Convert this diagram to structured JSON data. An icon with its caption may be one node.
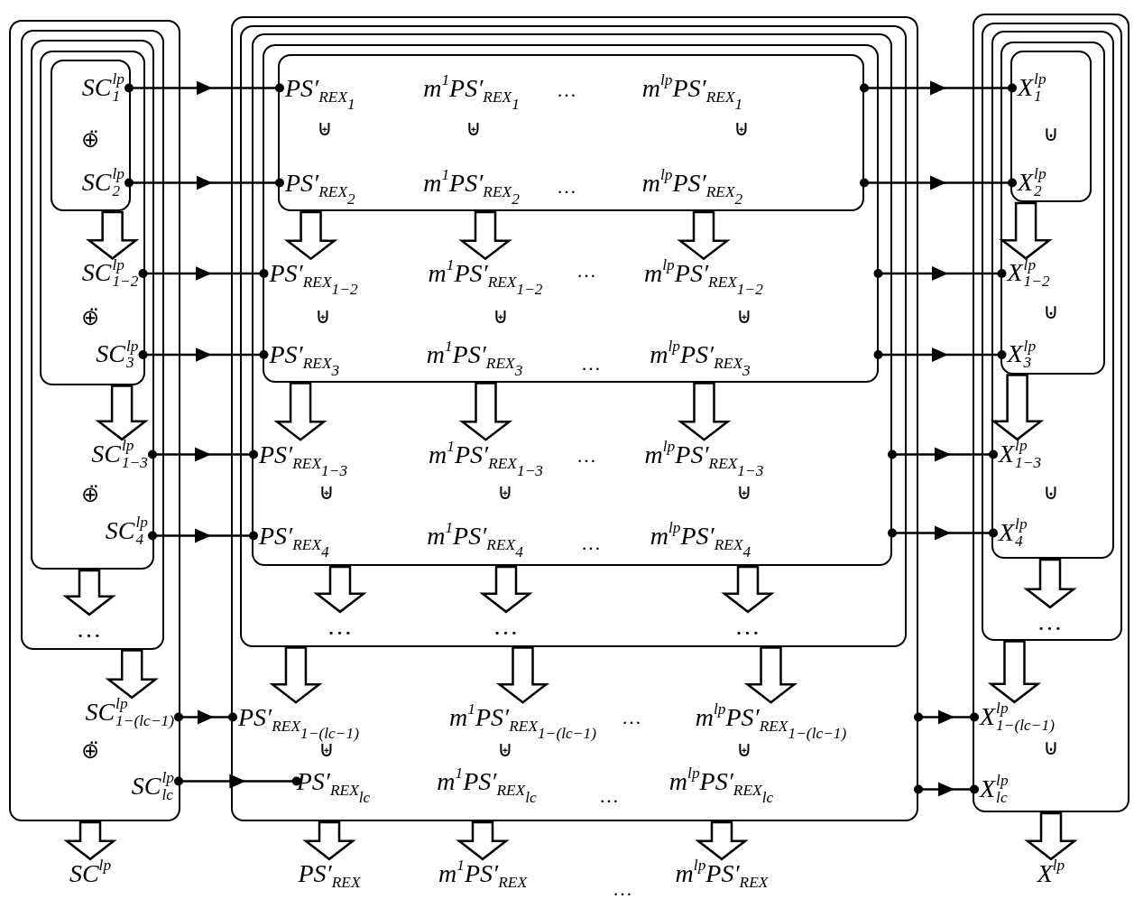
{
  "diagram": {
    "nodes": [
      {
        "text": [],
        "shape": "box"
      },
      {
        "text": [],
        "shape": "box",
        "in": 0
      },
      {
        "text": [],
        "shape": "box",
        "in": 1
      },
      {
        "text": [],
        "shape": "box",
        "in": 2
      },
      {
        "text": [],
        "shape": "box",
        "in": 3
      },
      {
        "text": [
          "SC$_{1}$$^{lp}$"
        ],
        "in": 4
      },
      {
        "text": [
          "SC$_{2}$$^{lp}$"
        ],
        "in": 4
      },
      {
        "text": [
          "SC$_{1−2}$$^{lp}$"
        ],
        "in": 3
      },
      {
        "text": [
          "SC$_{3}$$^{lp}$"
        ],
        "in": 3
      },
      {
        "text": [
          "SC$_{1−3}$$^{lp}$"
        ],
        "in": 2
      },
      {
        "text": [
          "SC$_{4}$$^{lp}$"
        ],
        "in": 2
      },
      {
        "text": [
          "…"
        ],
        "in": 1
      },
      {
        "text": [
          "SC$_{1−(lc−1)}$$^{lp}$"
        ],
        "in": 0
      },
      {
        "text": [
          "SC$_{lc}$$^{lp}$"
        ],
        "in": 0
      },
      {
        "text": [
          "SC$^{lp}$"
        ]
      },
      {
        "text": [],
        "shape": "box"
      },
      {
        "text": [],
        "shape": "box",
        "in": 15
      },
      {
        "text": [],
        "shape": "box",
        "in": 16
      },
      {
        "text": [],
        "shape": "box",
        "in": 17
      },
      {
        "text": [],
        "shape": "box",
        "in": 18
      },
      {
        "text": [
          "PS′$_{REX}$$_{1}$"
        ],
        "in": 19
      },
      {
        "text": [
          "m$^{1}$PS′$_{REX}$$_{1}$"
        ],
        "in": 19
      },
      {
        "text": [
          "m$^{lp}$PS′$_{REX}$$_{1}$"
        ],
        "in": 19
      },
      {
        "text": [
          "PS′$_{REX}$$_{2}$"
        ],
        "in": 19
      },
      {
        "text": [
          "m$^{1}$PS′$_{REX}$$_{2}$"
        ],
        "in": 19
      },
      {
        "text": [
          "m$^{lp}$PS′$_{REX}$$_{2}$"
        ],
        "in": 19
      },
      {
        "text": [
          "PS′$_{REX}$$_{1−2}$"
        ],
        "in": 18
      },
      {
        "text": [
          "m$^{1}$PS′$_{REX}$$_{1−2}$"
        ],
        "in": 18
      },
      {
        "text": [
          "m$^{lp}$PS′$_{REX}$$_{1−2}$"
        ],
        "in": 18
      },
      {
        "text": [
          "PS′$_{REX}$$_{3}$"
        ],
        "in": 18
      },
      {
        "text": [
          "m$^{1}$PS′$_{REX}$$_{3}$"
        ],
        "in": 18
      },
      {
        "text": [
          "m$^{lp}$PS′$_{REX}$$_{3}$"
        ],
        "in": 18
      },
      {
        "text": [
          "PS′$_{REX}$$_{1−3}$"
        ],
        "in": 17
      },
      {
        "text": [
          "m$^{1}$PS′$_{REX}$$_{1−3}$"
        ],
        "in": 17
      },
      {
        "text": [
          "m$^{lp}$PS′$_{REX}$$_{1−3}$"
        ],
        "in": 17
      },
      {
        "text": [
          "PS′$_{REX}$$_{4}$"
        ],
        "in": 17
      },
      {
        "text": [
          "m$^{1}$PS′$_{REX}$$_{4}$"
        ],
        "in": 17
      },
      {
        "text": [
          "m$^{lp}$PS′$_{REX}$$_{4}$"
        ],
        "in": 17
      },
      {
        "text": [
          "…"
        ],
        "in": 16
      },
      {
        "text": [
          "…"
        ],
        "in": 16
      },
      {
        "text": [
          "…"
        ],
        "in": 16
      },
      {
        "text": [
          "PS′$_{REX}$$_{1−(lc−1)}$"
        ],
        "in": 15
      },
      {
        "text": [
          "m$^{1}$PS′$_{REX}$$_{1−(lc−1)}$"
        ],
        "in": 15
      },
      {
        "text": [
          "m$^{lp}$PS′$_{REX}$$_{1−(lc−1)}$"
        ],
        "in": 15
      },
      {
        "text": [
          "PS′$_{REX}$$_{lc}$"
        ],
        "in": 15
      },
      {
        "text": [
          "m$^{1}$PS′$_{REX}$$_{lc}$"
        ],
        "in": 15
      },
      {
        "text": [
          "m$^{lp}$PS′$_{REX}$$_{lc}$"
        ],
        "in": 15
      },
      {
        "text": [
          "PS′$_{REX}$"
        ]
      },
      {
        "text": [
          "m$^{1}$PS′$_{REX}$"
        ]
      },
      {
        "text": [
          "m$^{lp}$PS′$_{REX}$"
        ]
      },
      {
        "text": [],
        "shape": "box"
      },
      {
        "text": [],
        "shape": "box",
        "in": 50
      },
      {
        "text": [],
        "shape": "box",
        "in": 51
      },
      {
        "text": [],
        "shape": "box",
        "in": 52
      },
      {
        "text": [],
        "shape": "box",
        "in": 53
      },
      {
        "text": [
          "X$_{1}$$^{lp}$"
        ],
        "in": 54
      },
      {
        "text": [
          "X$_{2}$$^{lp}$"
        ],
        "in": 54
      },
      {
        "text": [
          "X$_{1−2}$$^{lp}$"
        ],
        "in": 53
      },
      {
        "text": [
          "X$_{3}$$^{lp}$"
        ],
        "in": 53
      },
      {
        "text": [
          "X$_{1−3}$$^{lp}$"
        ],
        "in": 52
      },
      {
        "text": [
          "X$_{4}$$^{lp}$"
        ],
        "in": 52
      },
      {
        "text": [
          "…"
        ],
        "in": 51
      },
      {
        "text": [
          "X$_{1−(lc−1)}$$^{lp}$"
        ],
        "in": 50
      },
      {
        "text": [
          "X$_{lc}$$^{lp}$"
        ],
        "in": 50
      },
      {
        "text": [
          "X$^{lp}$"
        ]
      }
    ],
    "edges": [
      {
        "from": 5,
        "to": 20,
        "arrow": "to"
      },
      {
        "from": 6,
        "to": 23,
        "arrow": "to"
      },
      {
        "from": 7,
        "to": 26,
        "arrow": "to"
      },
      {
        "from": 8,
        "to": 29,
        "arrow": "to"
      },
      {
        "from": 9,
        "to": 32,
        "arrow": "to"
      },
      {
        "from": 10,
        "to": 35,
        "arrow": "to"
      },
      {
        "from": 12,
        "to": 41,
        "arrow": "to"
      },
      {
        "from": 13,
        "to": 44,
        "arrow": "to"
      },
      {
        "from": 19,
        "to": 55,
        "arrow": "to"
      },
      {
        "from": 19,
        "to": 56,
        "arrow": "to"
      },
      {
        "from": 18,
        "to": 57,
        "arrow": "to"
      },
      {
        "from": 18,
        "to": 58,
        "arrow": "to"
      },
      {
        "from": 17,
        "to": 59,
        "arrow": "to"
      },
      {
        "from": 17,
        "to": 60,
        "arrow": "to"
      },
      {
        "from": 15,
        "to": 62,
        "arrow": "to"
      },
      {
        "from": 15,
        "to": 63,
        "arrow": "to"
      },
      {
        "from": 4,
        "to": 7,
        "arrow": "to",
        "style": "thick"
      },
      {
        "from": 3,
        "to": 9,
        "arrow": "to",
        "style": "thick"
      },
      {
        "from": 2,
        "to": 11,
        "arrow": "to",
        "style": "thick"
      },
      {
        "from": 1,
        "to": 12,
        "arrow": "to",
        "style": "thick"
      },
      {
        "from": 0,
        "to": 14,
        "arrow": "to",
        "style": "thick"
      },
      {
        "from": 19,
        "to": 26,
        "arrow": "to",
        "style": "thick"
      },
      {
        "from": 19,
        "to": 27,
        "arrow": "to",
        "style": "thick"
      },
      {
        "from": 19,
        "to": 28,
        "arrow": "to",
        "style": "thick"
      },
      {
        "from": 18,
        "to": 32,
        "arrow": "to",
        "style": "thick"
      },
      {
        "from": 18,
        "to": 33,
        "arrow": "to",
        "style": "thick"
      },
      {
        "from": 18,
        "to": 34,
        "arrow": "to",
        "style": "thick"
      },
      {
        "from": 17,
        "to": 38,
        "arrow": "to",
        "style": "thick"
      },
      {
        "from": 17,
        "to": 39,
        "arrow": "to",
        "style": "thick"
      },
      {
        "from": 17,
        "to": 40,
        "arrow": "to",
        "style": "thick"
      },
      {
        "from": 16,
        "to": 41,
        "arrow": "to",
        "style": "thick"
      },
      {
        "from": 16,
        "to": 42,
        "arrow": "to",
        "style": "thick"
      },
      {
        "from": 16,
        "to": 43,
        "arrow": "to",
        "style": "thick"
      },
      {
        "from": 15,
        "to": 47,
        "arrow": "to",
        "style": "thick"
      },
      {
        "from": 15,
        "to": 48,
        "arrow": "to",
        "style": "thick"
      },
      {
        "from": 15,
        "to": 49,
        "arrow": "to",
        "style": "thick"
      },
      {
        "from": 54,
        "to": 57,
        "arrow": "to",
        "style": "thick"
      },
      {
        "from": 53,
        "to": 59,
        "arrow": "to",
        "style": "thick"
      },
      {
        "from": 52,
        "to": 61,
        "arrow": "to",
        "style": "thick"
      },
      {
        "from": 51,
        "to": 62,
        "arrow": "to",
        "style": "thick"
      },
      {
        "from": 50,
        "to": 64,
        "arrow": "to",
        "style": "thick"
      }
    ],
    "labels": [
      "…",
      "⊕̈",
      "⊎",
      "⊎",
      "⊎",
      "⊍",
      "…",
      "…",
      "⊕̈",
      "⊎",
      "⊎",
      "⊎",
      "⊍",
      "…",
      "…",
      "⊕̈",
      "⊎",
      "⊎",
      "⊎",
      "⊍",
      "…",
      "…",
      "⊕̈",
      "⊎",
      "⊎",
      "⊎",
      "⊍",
      "…",
      "…"
    ]
  }
}
